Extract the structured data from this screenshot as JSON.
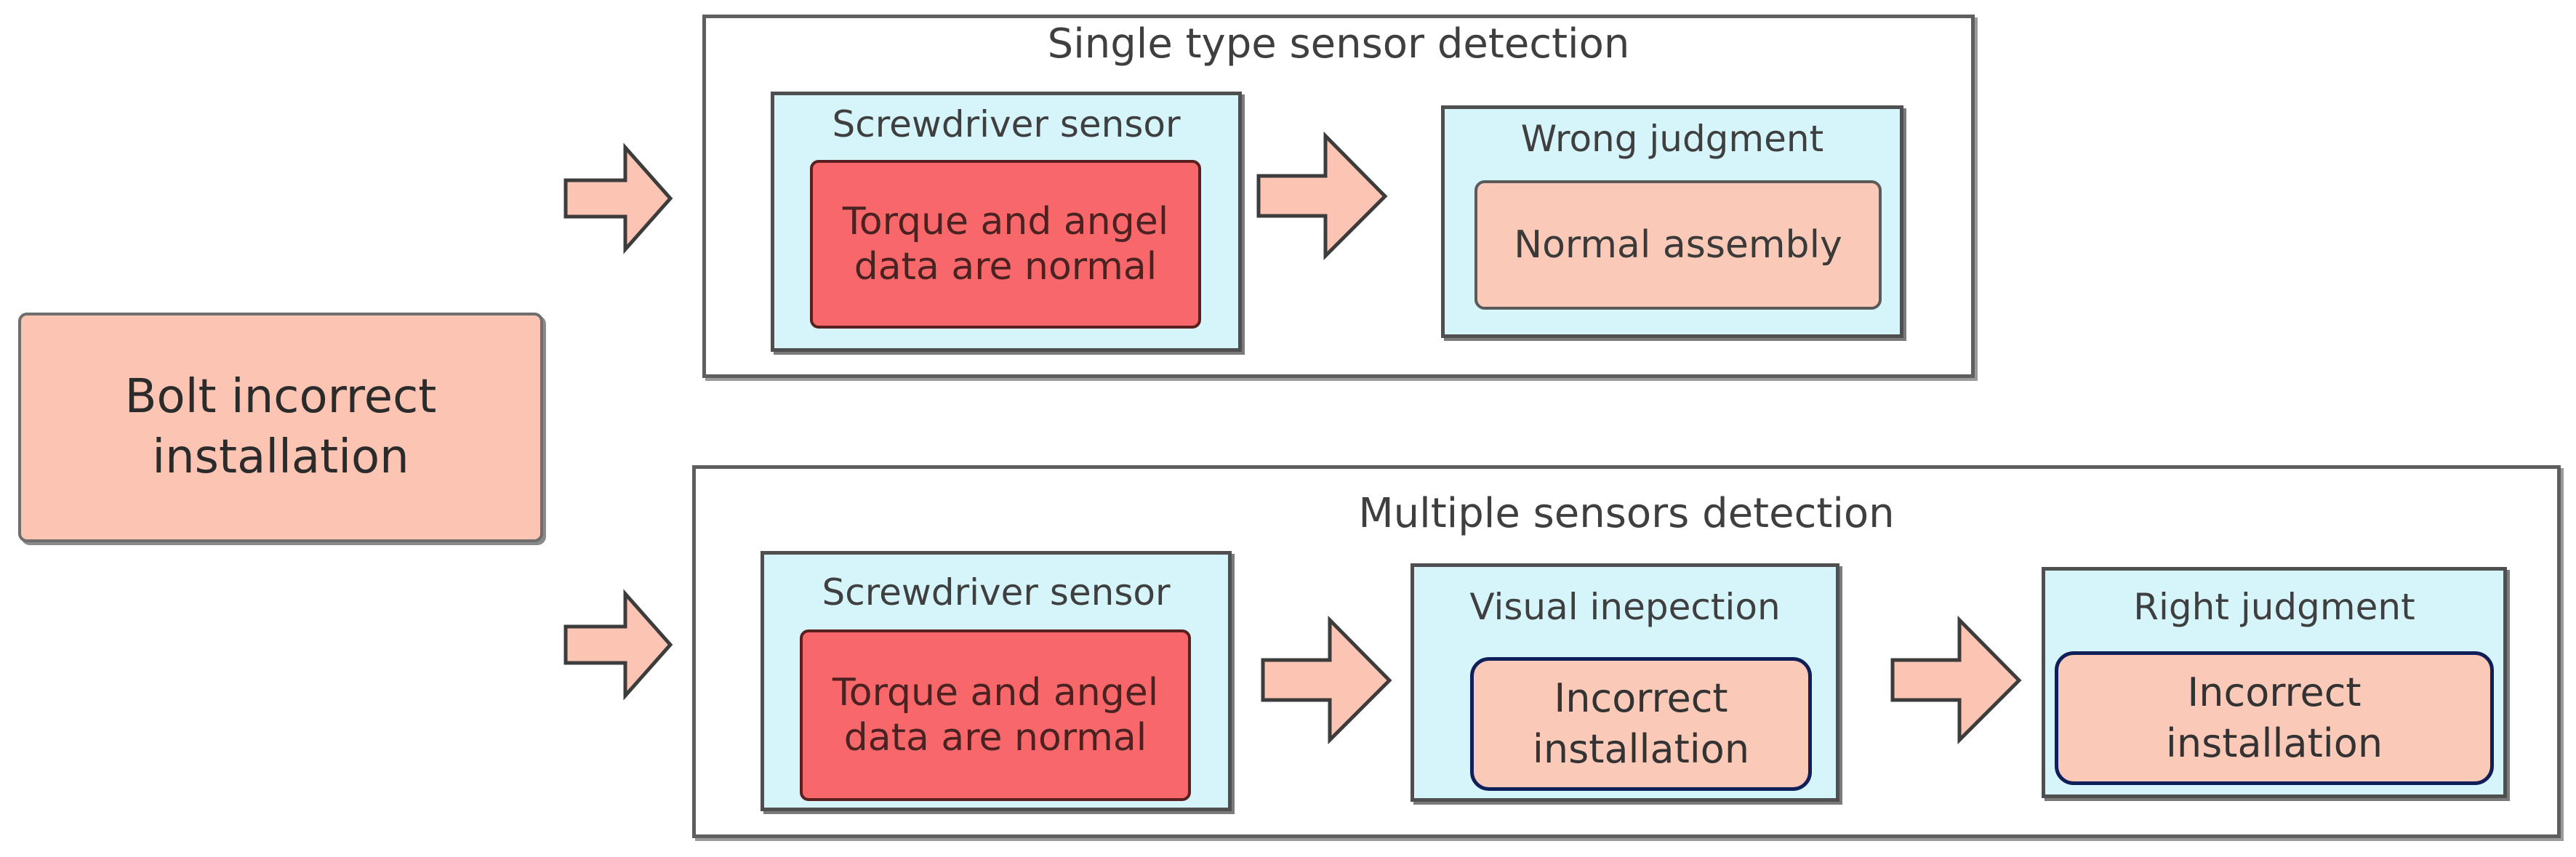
{
  "start": {
    "label": "Bolt incorrect\ninstallation"
  },
  "single": {
    "title": "Single type sensor detection",
    "sensor": {
      "title": "Screwdriver sensor",
      "data": "Torque and angel\ndata are normal"
    },
    "judgment": {
      "title": "Wrong judgment",
      "result": "Normal assembly"
    }
  },
  "multiple": {
    "title": "Multiple sensors detection",
    "sensor": {
      "title": "Screwdriver sensor",
      "data": "Torque and angel\ndata are normal"
    },
    "visual": {
      "title": "Visual inepection",
      "result": "Incorrect\ninstallation"
    },
    "judgment": {
      "title": "Right judgment",
      "result": "Incorrect\ninstallation"
    }
  },
  "colors": {
    "arrow_fill": "#fbc4b3",
    "red_box": "#f8676a",
    "cyan_box": "#d6f5fb",
    "navy_border": "#0f1f5a"
  }
}
